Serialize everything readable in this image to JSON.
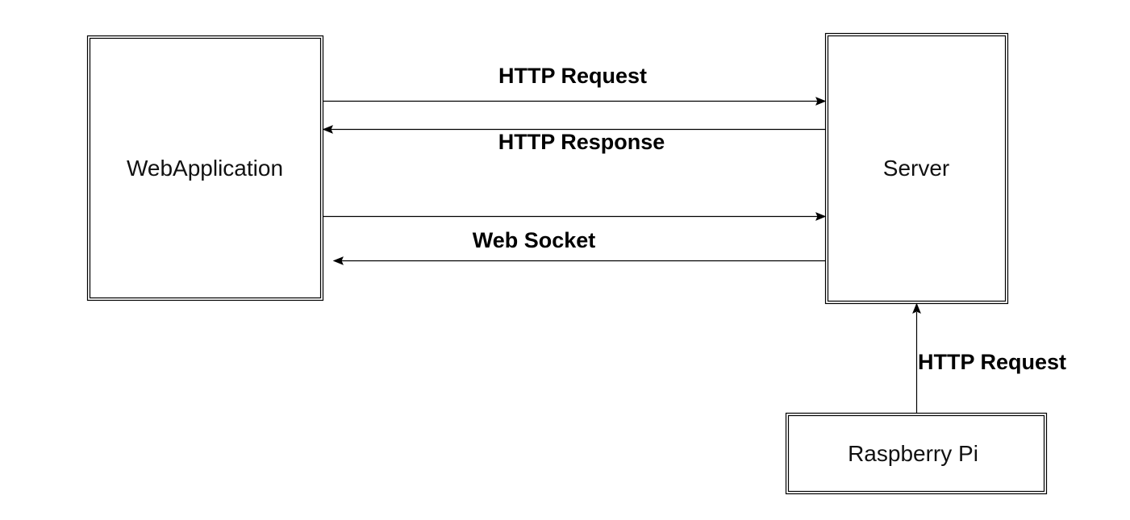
{
  "nodes": {
    "webapp": {
      "label": "WebApplication"
    },
    "server": {
      "label": "Server"
    },
    "raspberry": {
      "label": "Raspberry Pi"
    }
  },
  "edges": {
    "http_request": {
      "label": "HTTP Request",
      "from": "WebApplication",
      "to": "Server"
    },
    "http_response": {
      "label": "HTTP Response",
      "from": "Server",
      "to": "WebApplication"
    },
    "web_socket_out": {
      "from": "WebApplication",
      "to": "Server"
    },
    "web_socket_in": {
      "label": "Web Socket",
      "from": "Server",
      "to": "WebApplication"
    },
    "pi_request": {
      "label": "HTTP Request",
      "from": "Raspberry Pi",
      "to": "Server"
    }
  }
}
